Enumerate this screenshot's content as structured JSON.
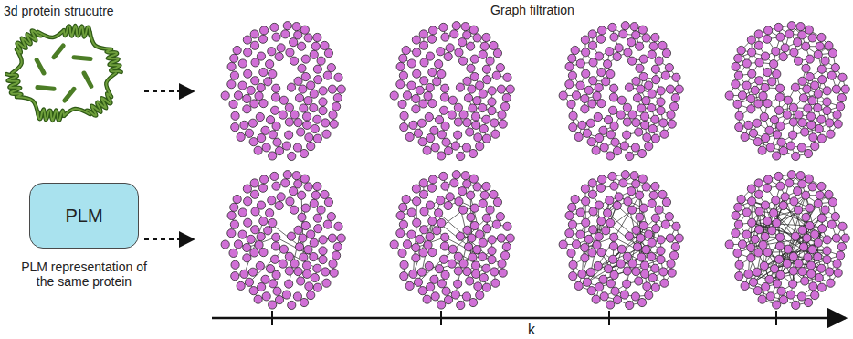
{
  "diagram": {
    "nodes": [
      {
        "text": [
          "PLM"
        ]
      }
    ],
    "labels": [
      "3d protein strucutre",
      "Graph filtration",
      "PLM representation of the same protein",
      "k"
    ]
  }
}
